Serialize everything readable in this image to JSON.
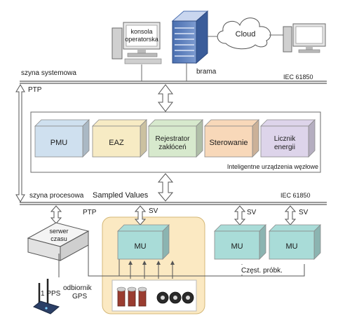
{
  "top": {
    "console_label_1": "konsola",
    "console_label_2": "operatorska",
    "server_label": "brama",
    "cloud_label": "Cloud",
    "bus_label": "szyna systemowa",
    "standard_label": "IEC 61850"
  },
  "middle": {
    "ptp_label": "PTP",
    "devices": [
      {
        "line1": "PMU",
        "line2": "",
        "color": "#cfe0ef"
      },
      {
        "line1": "EAZ",
        "line2": "",
        "color": "#f7ebc4"
      },
      {
        "line1": "Rejestrator",
        "line2": "zakłóceń",
        "color": "#d7e9cd"
      },
      {
        "line1": "Sterowanie",
        "line2": "",
        "color": "#f8d8b9"
      },
      {
        "line1": "Licznik",
        "line2": "energii",
        "color": "#ddd4ea"
      }
    ],
    "group_label": "Inteligentne urządzenia węzłowe"
  },
  "process": {
    "bus_label": "szyna procesowa",
    "sampled_values_label": "Sampled Values",
    "standard_label": "IEC 61850",
    "ptp_label": "PTP",
    "time_server_line1": "serwer",
    "time_server_line2": "czasu",
    "pps_label": "1 PPS",
    "gps_line1": "odbiornik",
    "gps_line2": "GPS",
    "sv_label": "SV",
    "mu_label": "MU",
    "sampling_label": "Częst. próbk."
  },
  "colors": {
    "mu": "#a9dcd8",
    "highlight": "#fbe9c2",
    "line": "#555555"
  }
}
